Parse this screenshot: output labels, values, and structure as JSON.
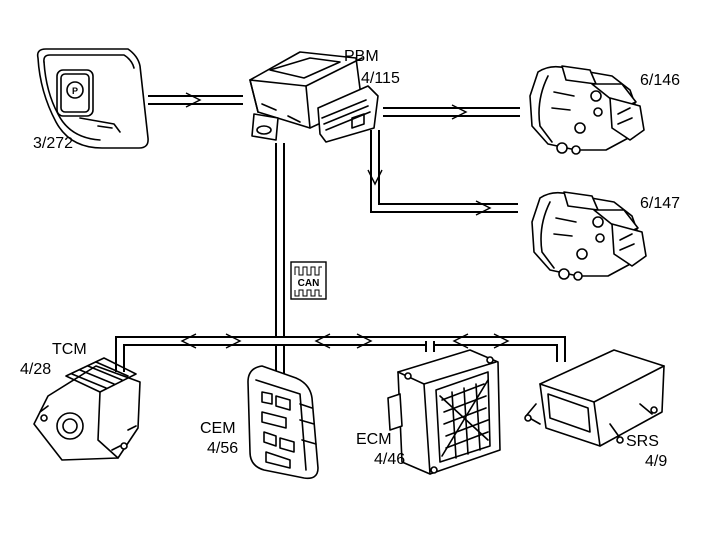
{
  "labels": {
    "pbm_name": "PBM",
    "pbm_code": "4/115",
    "switch_code": "3/272",
    "caliper_right_code": "6/146",
    "caliper_left_code": "6/147",
    "tcm_name": "TCM",
    "tcm_code": "4/28",
    "cem_name": "CEM",
    "cem_code": "4/56",
    "ecm_name": "ECM",
    "ecm_code": "4/46",
    "srs_name": "SRS",
    "srs_code": "4/9",
    "can_label": "CAN"
  }
}
